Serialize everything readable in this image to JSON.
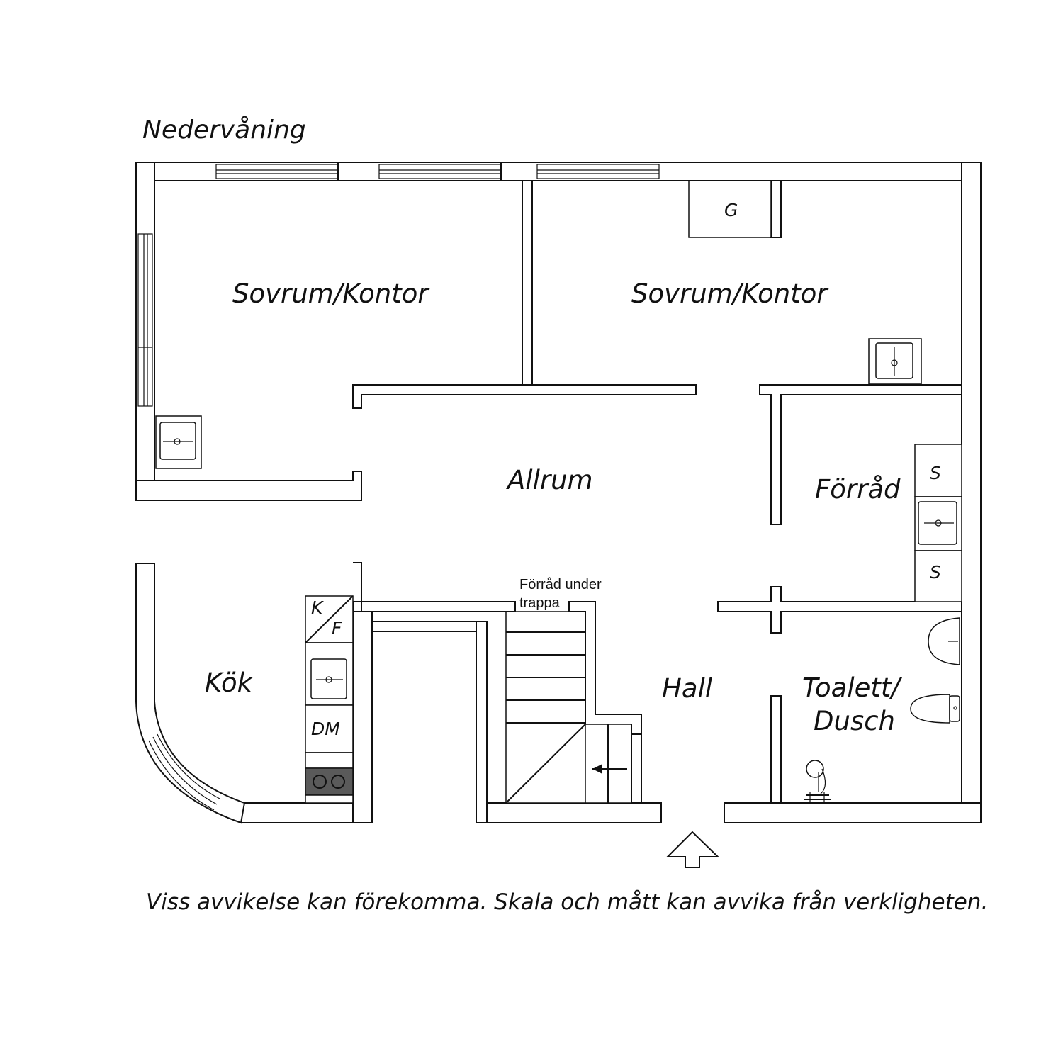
{
  "title": "Nedervåning",
  "rooms": {
    "bedroom_left": "Sovrum/Kontor",
    "bedroom_right": "Sovrum/Kontor",
    "living": "Allrum",
    "storage": "Förråd",
    "kitchen": "Kök",
    "hall": "Hall",
    "bathroom_line1": "Toalett/",
    "bathroom_line2": "Dusch"
  },
  "fixtures": {
    "wardrobe": "G",
    "shelf_top": "S",
    "shelf_bottom": "S",
    "fridge": "K",
    "freezer": "F",
    "dishwasher": "DM"
  },
  "notes": {
    "stair_storage_line1": "Förråd under",
    "stair_storage_line2": "trappa"
  },
  "footer": "Viss avvikelse kan förekomma. Skala och mått kan avvika från verkligheten.",
  "colors": {
    "line": "#111111",
    "background": "#ffffff",
    "stove": "#5a5a5a"
  }
}
